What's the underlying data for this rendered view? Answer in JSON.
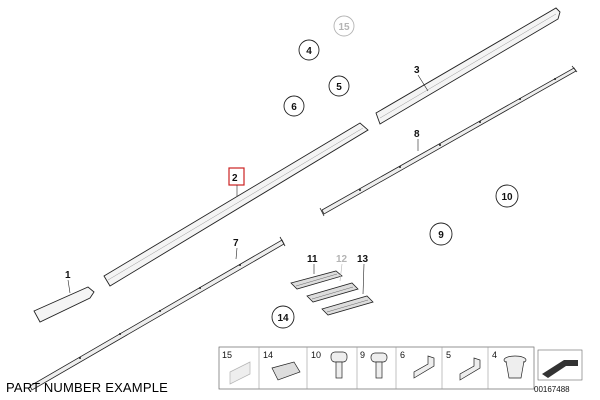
{
  "diagram": {
    "callouts": {
      "c1": "1",
      "c2": "2",
      "c3": "3",
      "c4": "4",
      "c5": "5",
      "c6": "6",
      "c7": "7",
      "c8": "8",
      "c9": "9",
      "c10": "10",
      "c11": "11",
      "c12": "12",
      "c13": "13",
      "c14": "14",
      "c15": "15"
    },
    "highlighted_part": "2",
    "legend_strip": [
      "15",
      "14",
      "10",
      "9",
      "6",
      "5",
      "4"
    ],
    "diagram_id": "00167488",
    "footer_label": "PART NUMBER EXAMPLE"
  },
  "colors": {
    "highlight": "#cc2222",
    "line": "#222222",
    "fill": "#f4f4f4",
    "muted": "#b4b4b4"
  }
}
